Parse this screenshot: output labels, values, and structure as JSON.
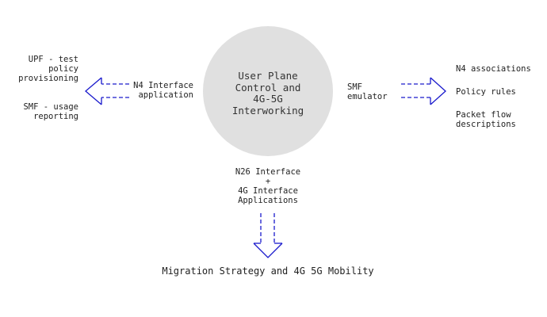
{
  "center": {
    "title": "User Plane\nControl and\n4G-5G\nInterworking"
  },
  "left": {
    "items": [
      "UPF - test\npolicy\nprovisioning",
      "SMF - usage\nreporting"
    ],
    "arrow_label": "N4 Interface\napplication"
  },
  "right": {
    "arrow_label": "SMF\nemulator",
    "items": [
      "N4 associations",
      "Policy rules",
      "Packet flow\ndescriptions"
    ]
  },
  "bottom": {
    "arrow_label": "N26 Interface\n+\n4G Interface\nApplications",
    "title": "Migration Strategy and 4G 5G Mobility"
  },
  "colors": {
    "arrow": "#1a1acc",
    "circle": "#e0e0e0",
    "text": "#222222"
  }
}
